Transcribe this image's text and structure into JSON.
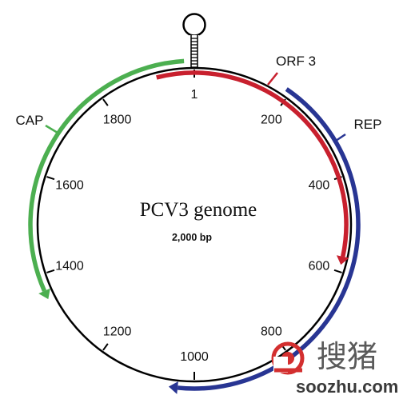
{
  "diagram": {
    "title": "PCV3 genome",
    "size_label": "2,000 bp",
    "genome_length": 2000,
    "ticks": [
      {
        "position": 1,
        "label": "1"
      },
      {
        "position": 200,
        "label": "200"
      },
      {
        "position": 400,
        "label": "400"
      },
      {
        "position": 600,
        "label": "600"
      },
      {
        "position": 800,
        "label": "800"
      },
      {
        "position": 1000,
        "label": "1000"
      },
      {
        "position": 1200,
        "label": "1200"
      },
      {
        "position": 1400,
        "label": "1400"
      },
      {
        "position": 1600,
        "label": "1600"
      },
      {
        "position": 1800,
        "label": "1800"
      }
    ],
    "orfs": [
      {
        "name": "ORF 3",
        "start": 1920,
        "end": 585,
        "strand": "forward",
        "color": "#c8202e"
      },
      {
        "name": "REP",
        "start": 190,
        "end": 1050,
        "strand": "forward",
        "color": "#283593"
      },
      {
        "name": "CAP",
        "start": 1980,
        "end": 1350,
        "strand": "reverse",
        "color": "#4caf50"
      }
    ],
    "stem_loop_icon": "stem-loop-icon",
    "circle_color": "#000000"
  },
  "watermark": {
    "brand_cn": "搜猪",
    "url": "soozhu.com",
    "accent": "#d32f2f"
  }
}
